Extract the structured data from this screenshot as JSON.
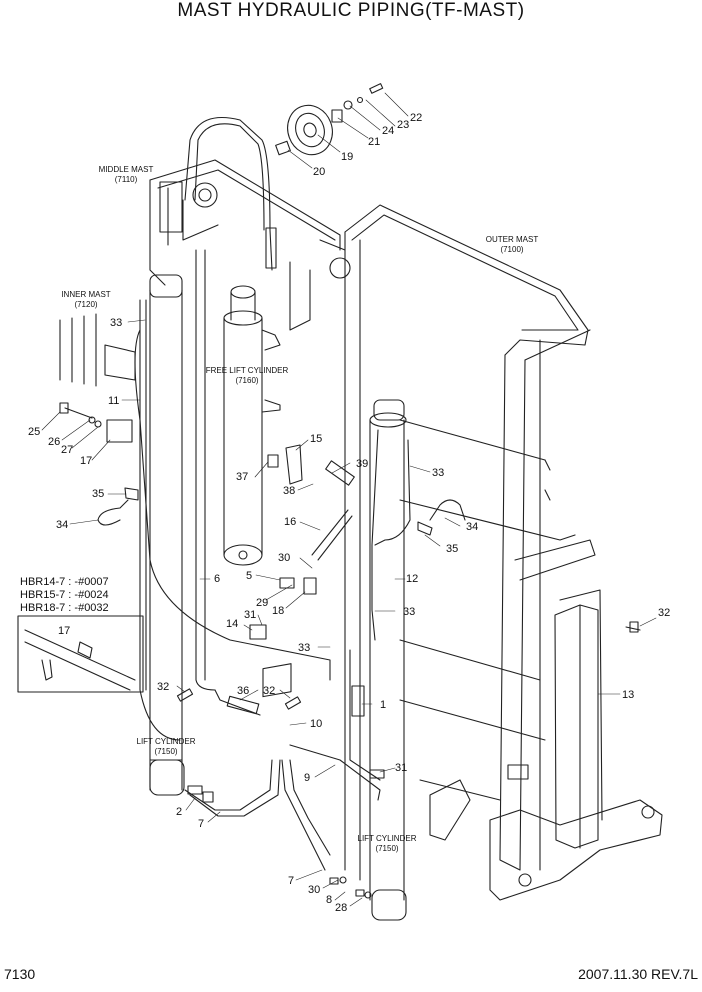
{
  "title": "MAST HYDRAULIC PIPING(TF-MAST)",
  "footer": {
    "page": "7130",
    "revision": "2007.11.30  REV.7L"
  },
  "assemblies": {
    "middle_mast": {
      "name": "MIDDLE MAST",
      "code": "(7110)"
    },
    "outer_mast": {
      "name": "OUTER MAST",
      "code": "(7100)"
    },
    "inner_mast": {
      "name": "INNER MAST",
      "code": "(7120)"
    },
    "free_lift_cylinder": {
      "name": "FREE LIFT CYLINDER",
      "code": "(7160)"
    },
    "lift_cylinder_left": {
      "name": "LIFT CYLINDER",
      "code": "(7150)"
    },
    "lift_cylinder_right": {
      "name": "LIFT CYLINDER",
      "code": "(7150)"
    }
  },
  "serial_notes": [
    "HBR14-7 : -#0007",
    "HBR15-7 : -#0024",
    "HBR18-7 : -#0032"
  ],
  "inset_label": "17",
  "callouts": [
    "22",
    "23",
    "24",
    "21",
    "19",
    "20",
    "33",
    "11",
    "25",
    "26",
    "27",
    "17",
    "15",
    "37",
    "39",
    "38",
    "33",
    "16",
    "35",
    "34",
    "34",
    "35",
    "30",
    "5",
    "29",
    "18",
    "6",
    "12",
    "31",
    "14",
    "33",
    "33",
    "32",
    "36",
    "32",
    "10",
    "1",
    "9",
    "31",
    "2",
    "7",
    "7",
    "30",
    "8",
    "28",
    "13",
    "32"
  ]
}
